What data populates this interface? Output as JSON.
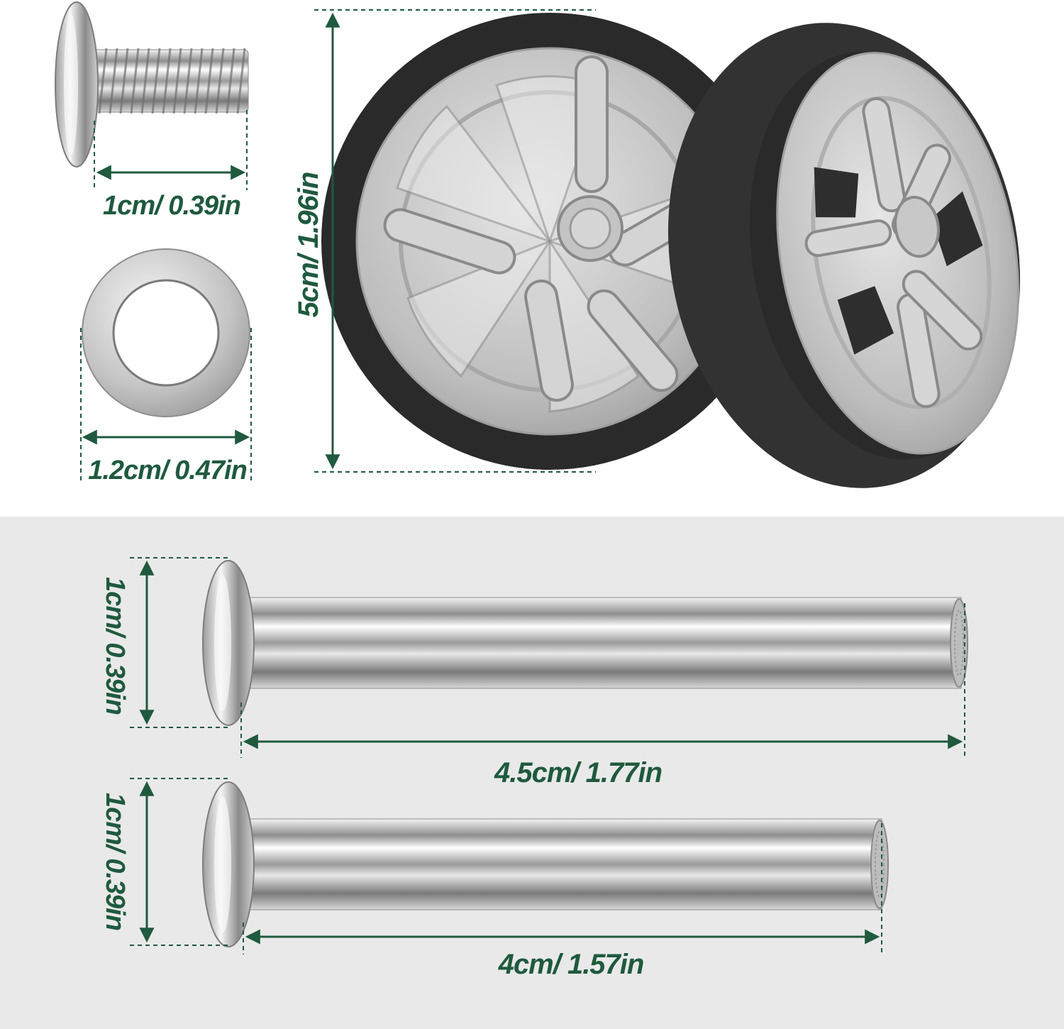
{
  "colors": {
    "accent": "#1f5a3e",
    "bottom_panel": "#e9e9e9",
    "tire": "#2a2a2a",
    "rim": "#c8c8c8"
  },
  "items": {
    "screw": {
      "icon": "screw-icon",
      "width_label": "1cm/ 0.39in"
    },
    "washer": {
      "icon": "washer-icon",
      "diameter_label": "1.2cm/ 0.47in"
    },
    "wheel": {
      "icon": "wheel-icon",
      "diameter_label": "5cm/ 1.96in"
    },
    "long_axle": {
      "icon": "axle-icon",
      "head_label": "1cm/ 0.39in",
      "length_label": "4.5cm/ 1.77in"
    },
    "short_axle": {
      "icon": "axle-icon",
      "head_label": "1cm/ 0.39in",
      "length_label": "4cm/ 1.57in"
    }
  }
}
